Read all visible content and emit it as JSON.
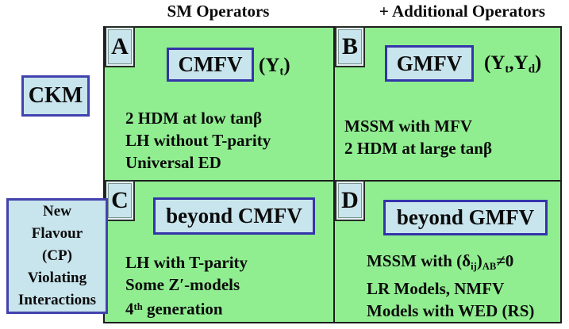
{
  "header": {
    "sm": "SM Operators",
    "additional": "+ Additional Operators"
  },
  "row_labels": {
    "ckm": "CKM",
    "new_flavour_lines": [
      "New",
      "Flavour",
      "(CP)",
      "Violating",
      "Interactions"
    ]
  },
  "colors": {
    "panel_green": "#90ee90",
    "box_blue": "#c8e4ec",
    "border_navy": "#3434aa",
    "row_label_border": "#4242ae",
    "grid_line": "#1d1d1d",
    "text": "#0b0b0b"
  },
  "quadrants": [
    {
      "key": "A",
      "model": "CMFV",
      "params": [
        {
          "t": "(Y"
        },
        {
          "t": "t",
          "s": "sub"
        },
        {
          "t": ")"
        }
      ],
      "items": [
        "2 HDM at low tanβ",
        "LH without T-parity",
        "Universal ED"
      ]
    },
    {
      "key": "B",
      "model": "GMFV",
      "params": [
        {
          "t": "(Y"
        },
        {
          "t": "t",
          "s": "sub"
        },
        {
          "t": ",Y"
        },
        {
          "t": "d",
          "s": "sub"
        },
        {
          "t": ")"
        }
      ],
      "items": [
        "MSSM with MFV",
        "2 HDM at large tanβ"
      ]
    },
    {
      "key": "C",
      "model": "beyond CMFV",
      "items": [
        "LH with T-parity",
        "Some Z′-models",
        [
          {
            "t": "4"
          },
          {
            "t": "th",
            "s": "sup"
          },
          {
            "t": " generation"
          }
        ]
      ]
    },
    {
      "key": "D",
      "model": "beyond GMFV",
      "items": [
        [
          {
            "t": "MSSM with (δ"
          },
          {
            "t": "ij",
            "s": "sub"
          },
          {
            "t": ")"
          },
          {
            "t": "AB",
            "s": "sub"
          },
          {
            "t": "≠0"
          }
        ],
        "LR Models, NMFV",
        "Models with WED (RS)"
      ]
    }
  ]
}
